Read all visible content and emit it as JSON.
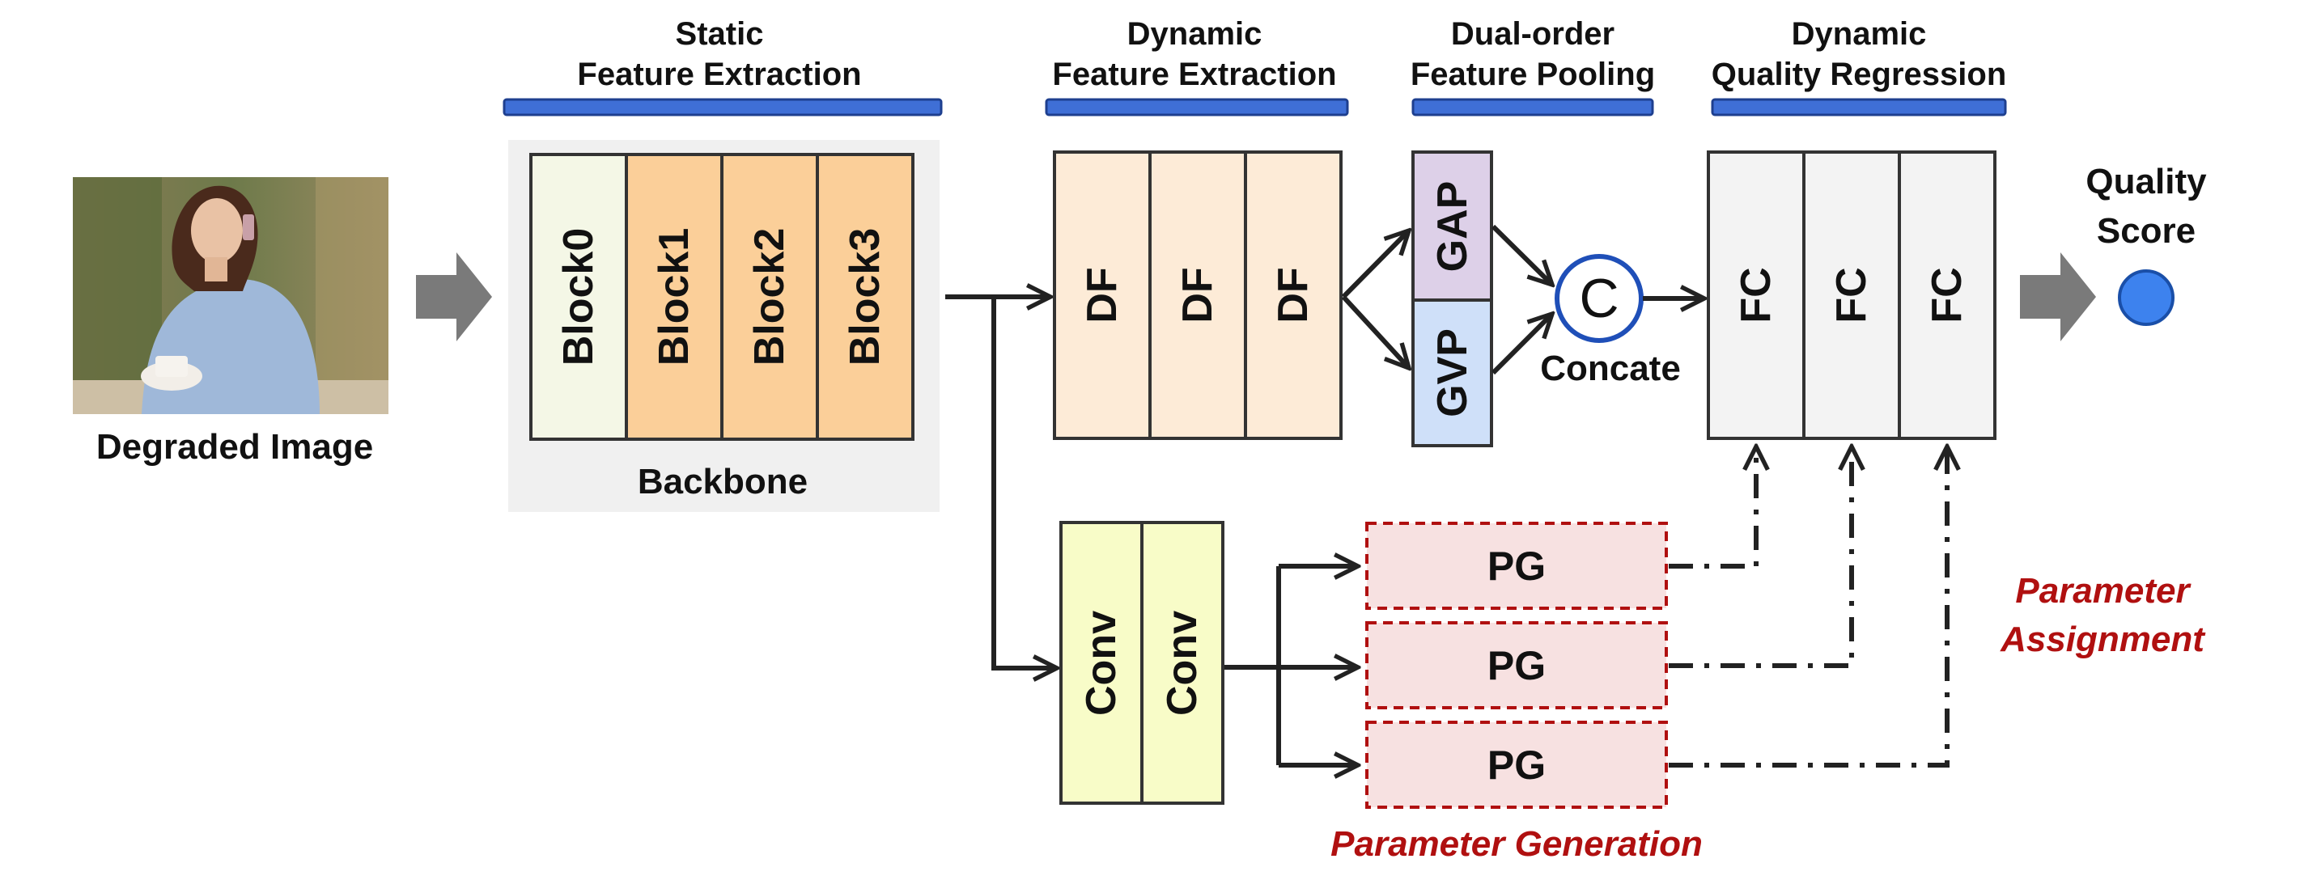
{
  "stages": {
    "static_1": "Static",
    "static_2": "Feature Extraction",
    "dynamic_1": "Dynamic",
    "dynamic_2": "Feature Extraction",
    "pooling_1": "Dual-order",
    "pooling_2": "Feature Pooling",
    "regression_1": "Dynamic",
    "regression_2": "Quality Regression"
  },
  "input_label": "Degraded Image",
  "backbone": {
    "label": "Backbone",
    "blocks": [
      "Block0",
      "Block1",
      "Block2",
      "Block3"
    ]
  },
  "dynamic_features": [
    "DF",
    "DF",
    "DF"
  ],
  "pooling": {
    "gap": "GAP",
    "gvp": "GVP"
  },
  "concat": {
    "symbol": "C",
    "label": "Concate"
  },
  "fc_layers": [
    "FC",
    "FC",
    "FC"
  ],
  "output": {
    "line1": "Quality",
    "line2": "Score"
  },
  "conv_layers": [
    "Conv",
    "Conv"
  ],
  "param_generators": [
    "PG",
    "PG",
    "PG"
  ],
  "param_generation_label": "Parameter Generation",
  "param_assignment": {
    "line1": "Parameter",
    "line2": "Assignment"
  },
  "colors": {
    "stage_bar": "#3f6fd6",
    "backbone_bg": "#f0f0f0",
    "block0": "#f4f7e6",
    "block_orange": "#fbcf99",
    "df": "#fdebd7",
    "gap": "#ddd0e8",
    "gvp": "#cfe0f9",
    "fc": "#f3f3f3",
    "conv": "#f8fcc8",
    "pg": "#f7e1e1",
    "pg_border": "#b01010",
    "score_dot": "#3d82ee",
    "big_arrow": "#7a7a7a"
  }
}
